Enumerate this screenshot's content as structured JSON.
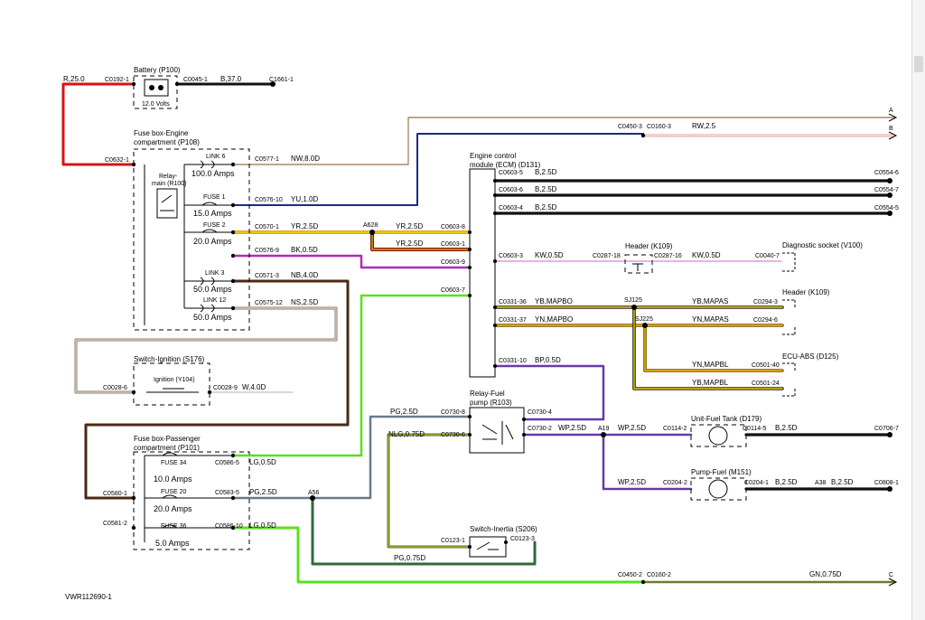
{
  "figure_id": "VWR112690-1",
  "labels": {
    "battery": "Battery (P100)",
    "battery_volts": "12.0 Volts",
    "fusebox_engine": [
      "Fuse box-Engine",
      "compartment (P108)"
    ],
    "relay_main": [
      "Relay-",
      "main (R100)"
    ],
    "link6": "LINK 6",
    "link6_amps": "100.0 Amps",
    "fuse1": "FUSE 1",
    "fuse1_amps": "15.0 Amps",
    "fuse2": "FUSE 2",
    "fuse2_amps": "20.0 Amps",
    "link3": "LINK 3",
    "link3_amps": "50.0 Amps",
    "link12": "LINK 12",
    "link12_amps": "50.0 Amps",
    "switch_ignition": "Switch-Ignition (S176)",
    "ignition": "Ignition (Y104)",
    "fusebox_pass": [
      "Fuse box-Passenger",
      "compartment (P101)"
    ],
    "fuse34": "FUSE 34",
    "fuse34_amps": "10.0 Amps",
    "fuse20": "FUSE 20",
    "fuse20_amps": "20.0 Amps",
    "fuse36": "FUSE 36",
    "fuse36_amps": "5.0 Amps",
    "ecm": [
      "Engine control",
      "module (ECM) (D131)"
    ],
    "header1": "Header (K109)",
    "diag": "Diagnostic socket (V100)",
    "header2": "Header (K109)",
    "ecu_abs": "ECU-ABS (D125)",
    "relay_fuel": [
      "Relay-Fuel",
      "pump (R103)"
    ],
    "unit_fuel_tank": "Unit-Fuel Tank (D179)",
    "pump_fuel": "Pump-Fuel (M151)",
    "switch_inertia": "Switch-Inertia (S206)"
  },
  "connectors": {
    "c0192_1": "C0192-1",
    "c0045_1": "C0045-1",
    "c1661_1": "C1661-1",
    "c0632_1": "C0632-1",
    "c0577_1": "C0577-1",
    "c0576_10": "C0576-10",
    "c0570_1": "C0570-1",
    "c0576_9": "C0576-9",
    "c0571_3": "C0571-3",
    "c0575_12": "C0575-12",
    "c0028_6": "C0028-6",
    "c0028_9": "C0028-9",
    "c0580_1": "C0580-1",
    "c0581_2": "C0581-2",
    "c0586_5": "C0586-5",
    "c0583_5": "C0583-5",
    "c0586_10": "C0586-10",
    "c0450_3": "C0450-3",
    "c0160_3": "C0160-3",
    "c0603_5": "C0603-5",
    "c0603_6": "C0603-6",
    "c0603_4": "C0603-4",
    "c0603_8": "C0603-8",
    "c0603_1": "C0603-1",
    "c0603_9": "C0603-9",
    "c0603_3": "C0603-3",
    "c0603_7": "C0603-7",
    "c0554_6": "C0554-6",
    "c0554_7": "C0554-7",
    "c0554_5": "C0554-5",
    "c0287_18": "C0287-18",
    "c0287_16": "C0287-16",
    "c0040_7": "C0040-7",
    "c0331_36": "C0331-36",
    "c0331_37": "C0331-37",
    "c0294_3": "C0294-3",
    "c0294_6": "C0294-6",
    "c0501_40": "C0501-40",
    "c0501_24": "C0501-24",
    "c0331_10": "C0331-10",
    "c0730_8": "C0730-8",
    "c0730_4": "C0730-4",
    "c0730_6": "C0730-6",
    "c0730_2": "C0730-2",
    "c0114_2": "C0114-2",
    "c0114_5": "C0114-5",
    "c0706_7": "C0706-7",
    "c0204_2": "C0204-2",
    "c0204_1": "C0204-1",
    "c0808_1": "C0808-1",
    "c0123_1": "C0123-1",
    "c0123_3": "C0123-3",
    "c0450_2": "C0450-2",
    "c0160_2": "C0160-2"
  },
  "splices": {
    "a628": "A628",
    "sj125": "SJ125",
    "sj225": "SJ225",
    "a19": "A19",
    "a56": "A56",
    "a38": "A38"
  },
  "wires": {
    "r25": "R,25.0",
    "b37": "B,37.0",
    "nw8": "NW,8.0D",
    "yu1": "YU,1.0D",
    "yr25a": "YR,2.5D",
    "yr25b": "YR,2.5D",
    "yr25c": "YR,2.5D",
    "bk05": "BK,0.5D",
    "nb4": "NB,4.0D",
    "ns25": "NS,2.5D",
    "w4": "W,4.0D",
    "lg05a": "LG,0.5D",
    "pg25": "PG,2.5D",
    "lg05b": "LG,0.5D",
    "rw25": "RW,2.5",
    "b25a": "B,2.5D",
    "b25b": "B,2.5D",
    "b25c": "B,2.5D",
    "kw05a": "KW,0.5D",
    "kw05b": "KW,0.5D",
    "ybmapbo": "YB,MAPBO",
    "ynmapbo": "YN,MAPBO",
    "ybmapas": "YB,MAPAS",
    "ynmapas": "YN,MAPAS",
    "ynmapbl": "YN,MAPBL",
    "ybmapbl": "YB,MAPBL",
    "bp05": "BP,0.5D",
    "pg25b": "PG,2.5D",
    "nlg075": "NLG,0.75D",
    "wp25a": "WP,2.5D",
    "wp25b": "WP,2.5D",
    "wp25c": "WP,2.5D",
    "b25d": "B,2.5D",
    "b25e": "B,2.5D",
    "b25f": "B,2.5D",
    "pg075": "PG,0.75D",
    "gn075": "GN,0.75D"
  },
  "page_refs": {
    "a": "A",
    "b": "B",
    "c": "C"
  },
  "colors": {
    "red": "#dd1111",
    "black": "#111111",
    "tan": "#a88a5e",
    "navy": "#1a2a86",
    "orange": "#f0a020",
    "yellow": "#ecd000",
    "darkred": "#7a1a00",
    "magenta": "#b02ab8",
    "brown": "#4a2a14",
    "bluegrey": "#6a7a8c",
    "salmon": "#e8a090",
    "pink": "#e080d0",
    "purple": "#6a38aa",
    "green": "#5ae01e",
    "olive": "#6f7a2a",
    "darkgreen": "#2d7a1a"
  }
}
